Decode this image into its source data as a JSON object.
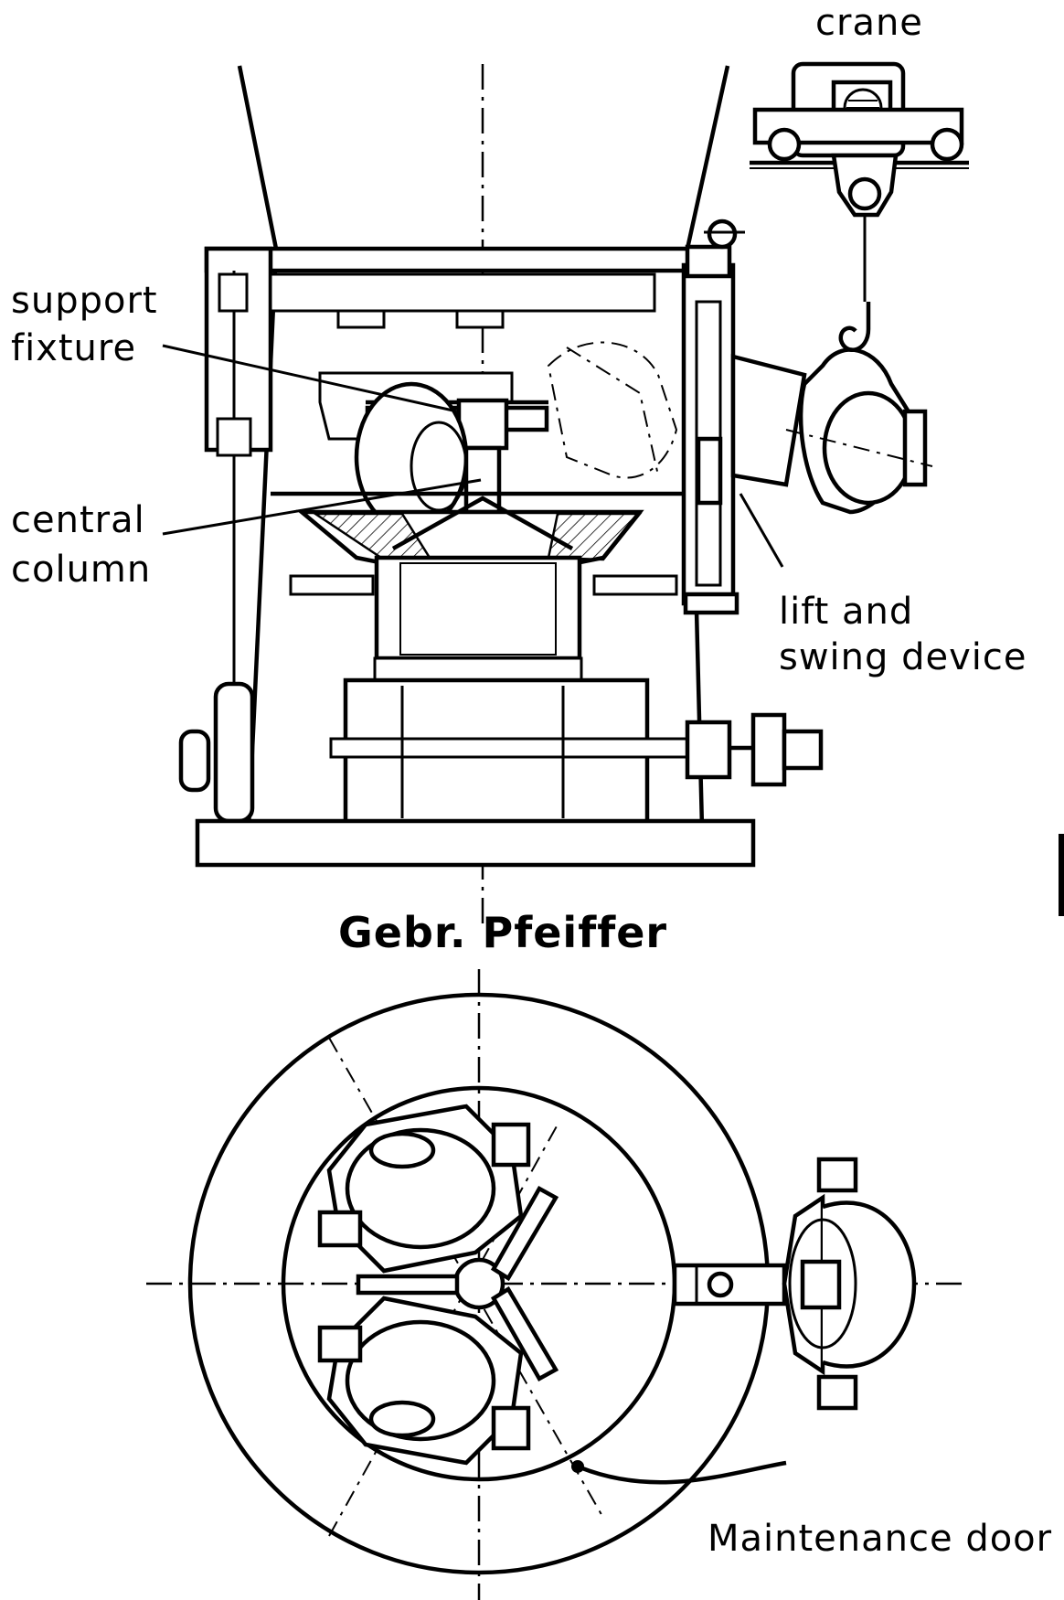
{
  "labels": {
    "crane": "crane",
    "support_fixture_line1": "support",
    "support_fixture_line2": "fixture",
    "central_column_line1": "central",
    "central_column_line2": "column",
    "lift_swing_line1": "lift and",
    "lift_swing_line2": "swing device",
    "maintenance_door": "Maintenance door"
  },
  "title": "Gebr. Pfeiffer",
  "colors": {
    "ink": "#000000",
    "paper": "#ffffff"
  }
}
